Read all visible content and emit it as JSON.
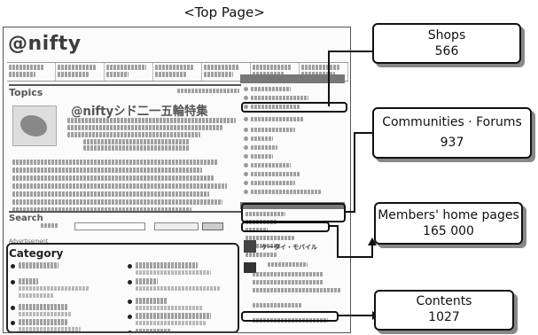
{
  "caption": "<Top Page>",
  "site": {
    "logo": "@nifty"
  },
  "topics": {
    "heading": "Topics",
    "feature_title": "@niftyシド二一五輪特集"
  },
  "search": {
    "heading": "Search"
  },
  "ad_label": "Advertisement",
  "category": {
    "heading": "Category"
  },
  "right_column": {
    "mobile_label": "ケータイ・モバイル"
  },
  "callouts": {
    "shops": {
      "label": "Shops",
      "count": "566"
    },
    "communities": {
      "label": "Communities · Forums",
      "count": "937"
    },
    "homepages": {
      "label": "Members' home pages",
      "count": "165 000"
    },
    "contents": {
      "label": "Contents",
      "count": "1027"
    }
  },
  "colors": {
    "outline": "#111111",
    "shadow": "#888888",
    "screenshot_bg": "#fbfbfb"
  }
}
